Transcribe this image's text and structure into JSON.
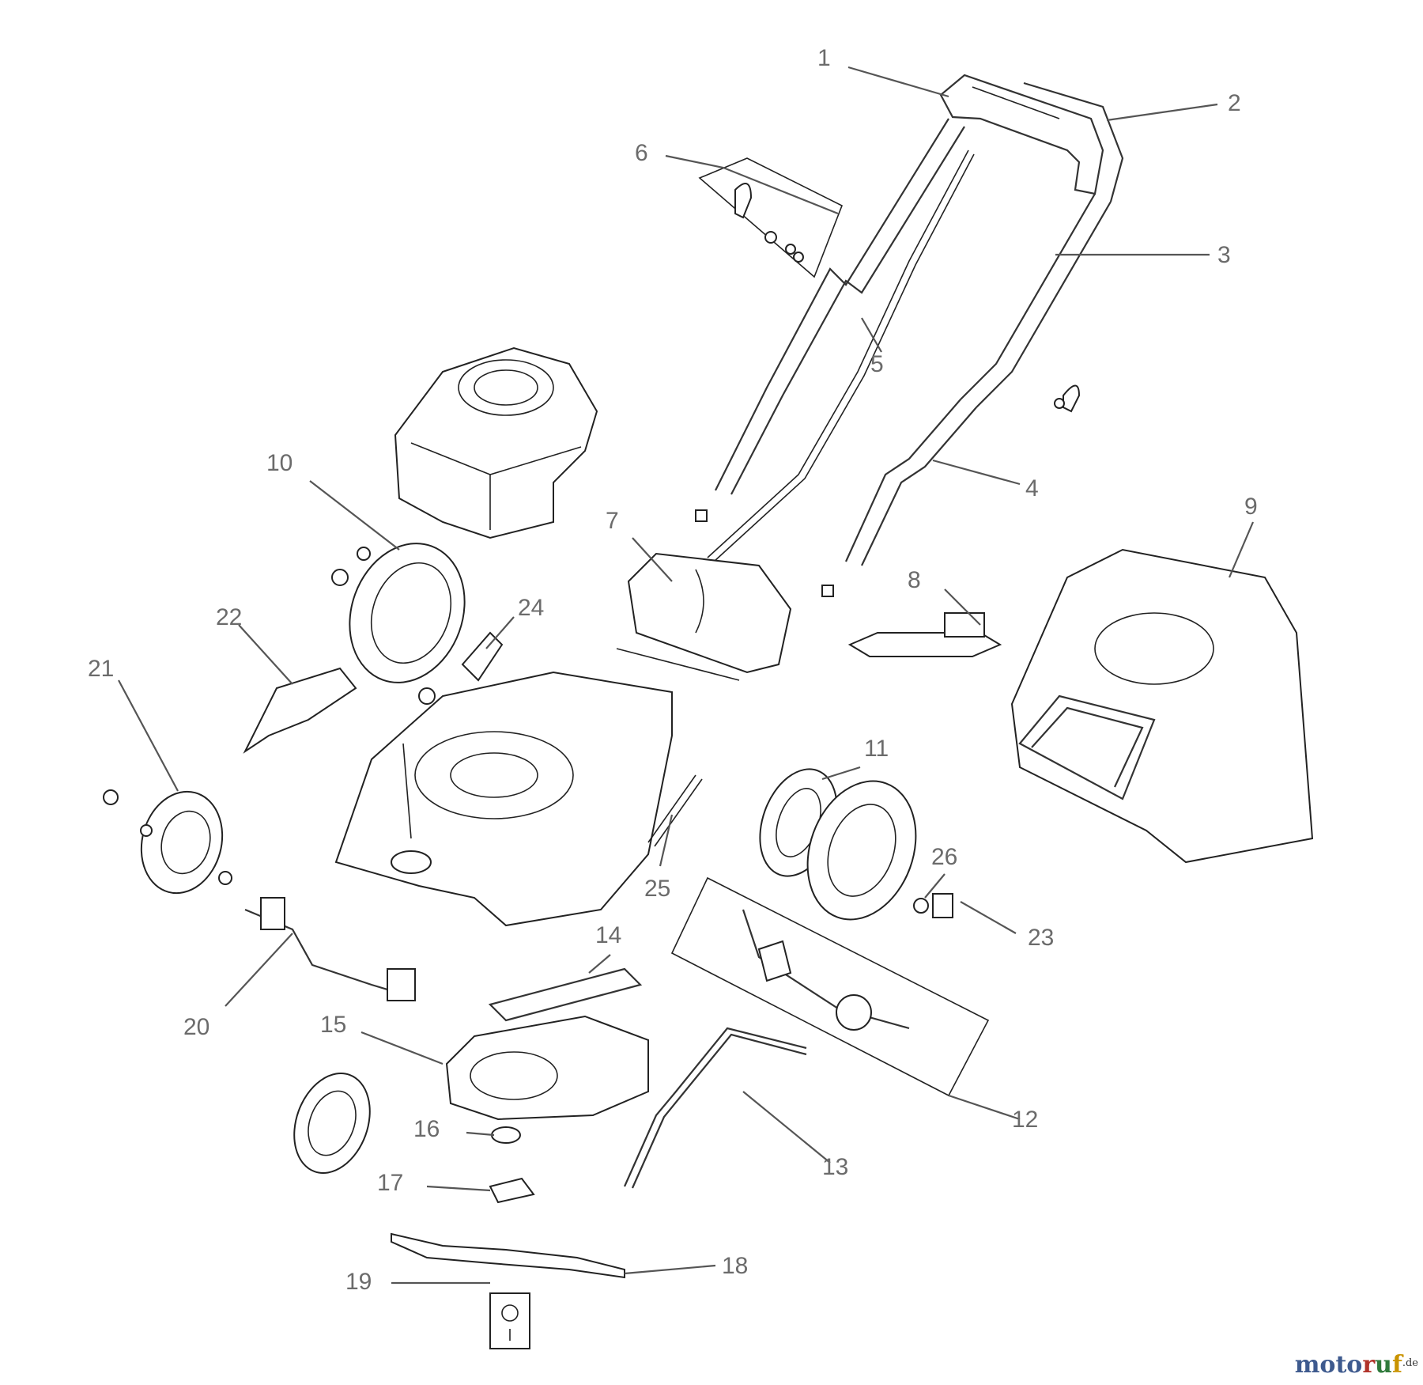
{
  "diagram": {
    "labels": [
      "1",
      "2",
      "3",
      "4",
      "5",
      "6",
      "7",
      "8",
      "9",
      "10",
      "11",
      "12",
      "13",
      "14",
      "15",
      "16",
      "17",
      "18",
      "19",
      "20",
      "21",
      "22",
      "23",
      "24",
      "25",
      "26"
    ]
  },
  "watermark": {
    "parts": [
      "moto",
      "r",
      "u",
      "f"
    ],
    "tld": ".de"
  }
}
